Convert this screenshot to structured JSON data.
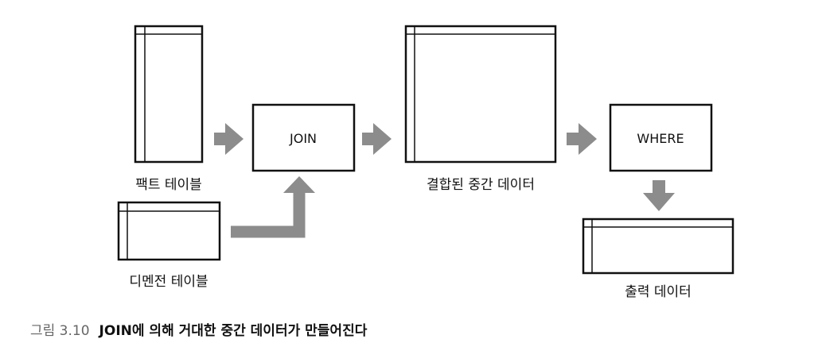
{
  "boxes": {
    "join": "JOIN",
    "where": "WHERE"
  },
  "labels": {
    "fact_table": "팩트 테이블",
    "dimension_table": "디멘전 테이블",
    "intermediate_data": "결합된 중간 데이터",
    "output_data": "출력 데이터"
  },
  "caption": {
    "number": "그림 3.10",
    "text": "JOIN에 의해 거대한 중간 데이터가 만들어진다"
  },
  "colors": {
    "arrow": "#8c8c8c",
    "line": "#111111"
  }
}
